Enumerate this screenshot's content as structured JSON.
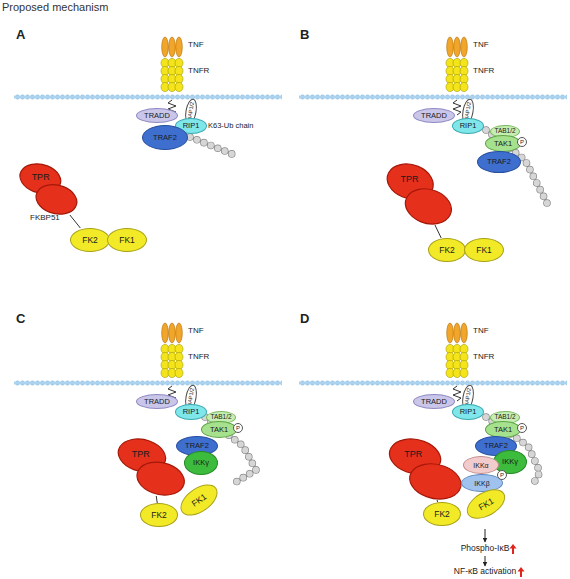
{
  "diagram": {
    "title": "Proposed mechanism",
    "nodes": [
      {
        "text": [
          "TRADD"
        ]
      },
      {
        "text": [
          "cIAP1/2"
        ]
      },
      {
        "text": [
          "RIP1"
        ]
      },
      {
        "text": [
          "TRAF2"
        ]
      },
      {
        "text": [
          "TPR"
        ]
      },
      {
        "text": [
          "FK2"
        ]
      },
      {
        "text": [
          "FK1"
        ]
      },
      {
        "text": [
          "TRADD"
        ]
      },
      {
        "text": [
          "cIAP1/2"
        ]
      },
      {
        "text": [
          "RIP1"
        ]
      },
      {
        "text": [
          "TAB1/2"
        ]
      },
      {
        "text": [
          "TAK1"
        ]
      },
      {
        "text": [
          "P"
        ]
      },
      {
        "text": [
          "TRAF2"
        ]
      },
      {
        "text": [
          "TPR"
        ]
      },
      {
        "text": [
          "FK2"
        ]
      },
      {
        "text": [
          "FK1"
        ]
      },
      {
        "text": [
          "TRADD"
        ]
      },
      {
        "text": [
          "cIAP1/2"
        ]
      },
      {
        "text": [
          "RIP1"
        ]
      },
      {
        "text": [
          "TAB1/2"
        ]
      },
      {
        "text": [
          "TAK1"
        ]
      },
      {
        "text": [
          "P"
        ]
      },
      {
        "text": [
          "TRAF2"
        ]
      },
      {
        "text": [
          "TPR"
        ]
      },
      {
        "text": [
          "IKKγ"
        ]
      },
      {
        "text": [
          "FK2"
        ]
      },
      {
        "text": [
          "FK1"
        ]
      },
      {
        "text": [
          "TRADD"
        ]
      },
      {
        "text": [
          "cIAP1/2"
        ]
      },
      {
        "text": [
          "RIP1"
        ]
      },
      {
        "text": [
          "TAB1/2"
        ]
      },
      {
        "text": [
          "TAK1"
        ]
      },
      {
        "text": [
          "P"
        ]
      },
      {
        "text": [
          "TRAF2"
        ]
      },
      {
        "text": [
          "TPR"
        ]
      },
      {
        "text": [
          "IKKγ"
        ]
      },
      {
        "text": [
          "IKKα"
        ]
      },
      {
        "text": [
          "IKKβ"
        ]
      },
      {
        "text": [
          "P"
        ]
      },
      {
        "text": [
          "FK2"
        ]
      },
      {
        "text": [
          "FK1"
        ]
      }
    ],
    "edges": [
      {
        "from": 4,
        "to": 5,
        "arrow": "none"
      },
      {
        "from": 14,
        "to": 15,
        "arrow": "none"
      },
      {
        "from": 24,
        "to": 26,
        "arrow": "none"
      },
      {
        "from": 35,
        "to": 40,
        "arrow": "none"
      }
    ],
    "labels": [
      "A",
      "TNF",
      "TNFR",
      "K63-Ub chain",
      "FKBP51",
      "B",
      "TNF",
      "TNFR",
      "C",
      "TNF",
      "TNFR",
      "D",
      "TNF",
      "TNFR",
      "Phospho-IκB",
      "NF-κB activation"
    ]
  }
}
